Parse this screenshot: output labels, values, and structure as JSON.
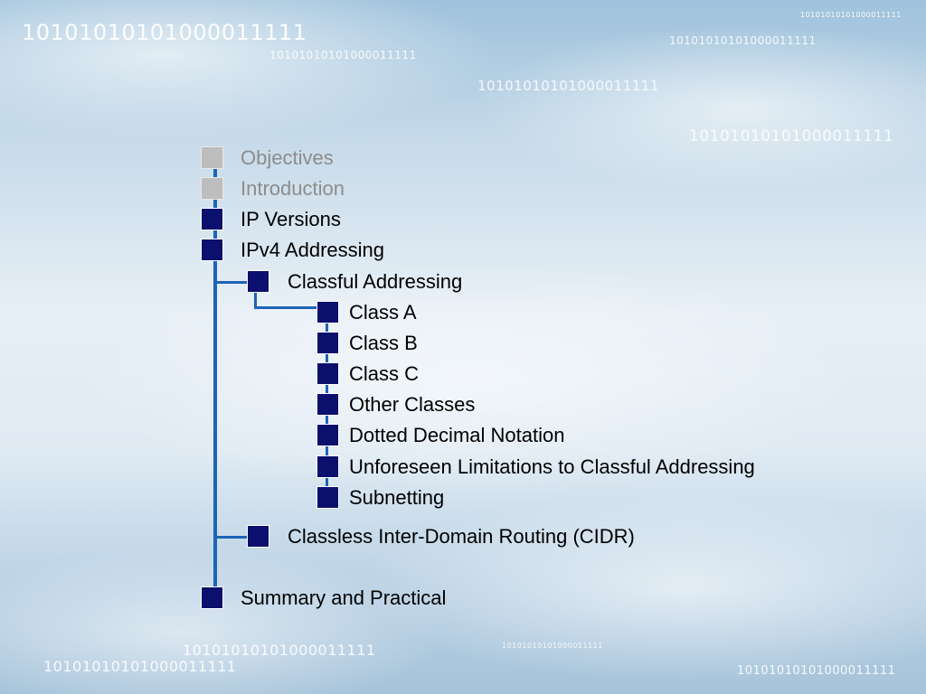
{
  "background": {
    "binary_texts": [
      "10101010101000011111",
      "10101010101000011111",
      "10101010101000011111",
      "10101010101000011111",
      "10101010101000011111",
      "10101010101000011111",
      "10101010101000011111",
      "10101010101000011111",
      "10101010101000011111",
      "10101010101000011111"
    ]
  },
  "colors": {
    "connector": "#1d63b8",
    "active_bullet": "#0b0f6e",
    "inactive_bullet": "#bdbdbd",
    "inactive_text": "#8c8c8c"
  },
  "outline": {
    "items": [
      {
        "label": "Objectives",
        "state": "completed",
        "level": 0
      },
      {
        "label": "Introduction",
        "state": "completed",
        "level": 0
      },
      {
        "label": "IP Versions",
        "state": "current",
        "level": 0
      },
      {
        "label": "IPv4 Addressing",
        "state": "current",
        "level": 0
      },
      {
        "label": "Classful Addressing",
        "state": "current",
        "level": 1
      },
      {
        "label": "Class A",
        "state": "current",
        "level": 2
      },
      {
        "label": "Class B",
        "state": "current",
        "level": 2
      },
      {
        "label": "Class C",
        "state": "current",
        "level": 2
      },
      {
        "label": "Other Classes",
        "state": "current",
        "level": 2
      },
      {
        "label": "Dotted Decimal Notation",
        "state": "current",
        "level": 2
      },
      {
        "label": "Unforeseen Limitations to Classful Addressing",
        "state": "current",
        "level": 2
      },
      {
        "label": "Subnetting",
        "state": "current",
        "level": 2
      },
      {
        "label": "Classless Inter-Domain Routing (CIDR)",
        "state": "current",
        "level": 1
      },
      {
        "label": "Summary and Practical",
        "state": "current",
        "level": 0
      }
    ]
  }
}
